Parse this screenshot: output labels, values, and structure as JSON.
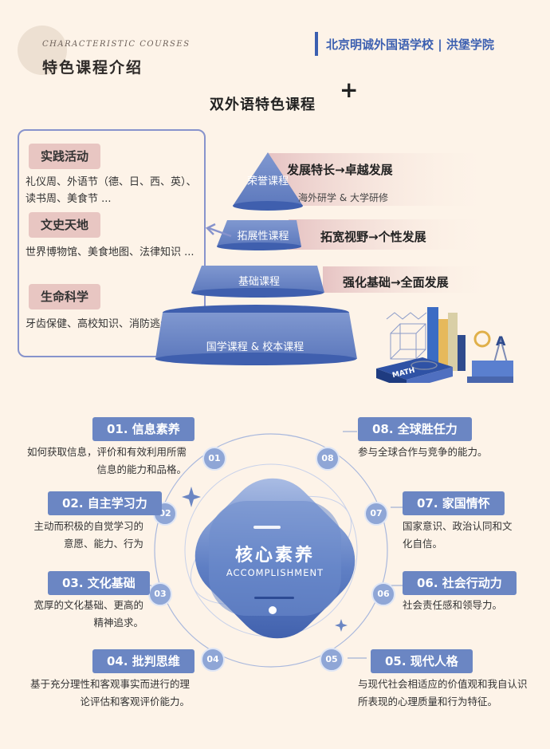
{
  "header": {
    "eng_title": "CHARACTERISTIC COURSES",
    "title": "特色课程介绍",
    "school": "北京明诚外国语学校 | 洪堡学院"
  },
  "subtitle": "双外语特色课程",
  "plus": "+",
  "panel": {
    "sections": [
      {
        "tag": "实践活动",
        "text": "礼仪周、外语节（德、日、西、英）、读书周、美食节 ..."
      },
      {
        "tag": "文史天地",
        "text": "世界博物馆、美食地图、法律知识 ..."
      },
      {
        "tag": "生命科学",
        "text": "牙齿保健、高校知识、消防逃生 ..."
      }
    ]
  },
  "pyramid": {
    "honor": "荣誉课程",
    "expand": "拓展性课程",
    "basic": "基础课程",
    "base": "国学课程 & 校本课程",
    "band1": "发展特长→卓越发展",
    "band1_sub": "海外研学 & 大学研修",
    "band2": "拓宽视野→个性发展",
    "band3": "强化基础→全面发展"
  },
  "illustration": {
    "book_label": "MATH",
    "letter": "A"
  },
  "core": {
    "title": "核心素养",
    "subtitle": "ACCOMPLISHMENT"
  },
  "competencies": [
    {
      "num": "01",
      "label": "01. 信息素养",
      "desc": "如何获取信息，评价和有效利用所需信息的能力和品格。"
    },
    {
      "num": "02",
      "label": "02. 自主学习力",
      "desc": "主动而积极的自觉学习的意愿、能力、行为"
    },
    {
      "num": "03",
      "label": "03. 文化基础",
      "desc": "宽厚的文化基础、更高的精神追求。"
    },
    {
      "num": "04",
      "label": "04. 批判思维",
      "desc": "基于充分理性和客观事实而进行的理论评估和客观评价能力。"
    },
    {
      "num": "05",
      "label": "05. 现代人格",
      "desc": "与现代社会相适应的价值观和我自认识所表现的心理质量和行为特征。"
    },
    {
      "num": "06",
      "label": "06. 社会行动力",
      "desc": "社会责任感和领导力。"
    },
    {
      "num": "07",
      "label": "07. 家国情怀",
      "desc": "国家意识、政治认同和文化自信。"
    },
    {
      "num": "08",
      "label": "08. 全球胜任力",
      "desc": "参与全球合作与竞争的能力。"
    }
  ],
  "colors": {
    "accent": "#3b5fb0",
    "tag_blue": "#6b86c3",
    "tag_pink": "#e8c6c2",
    "background": "#fdf3e8"
  }
}
